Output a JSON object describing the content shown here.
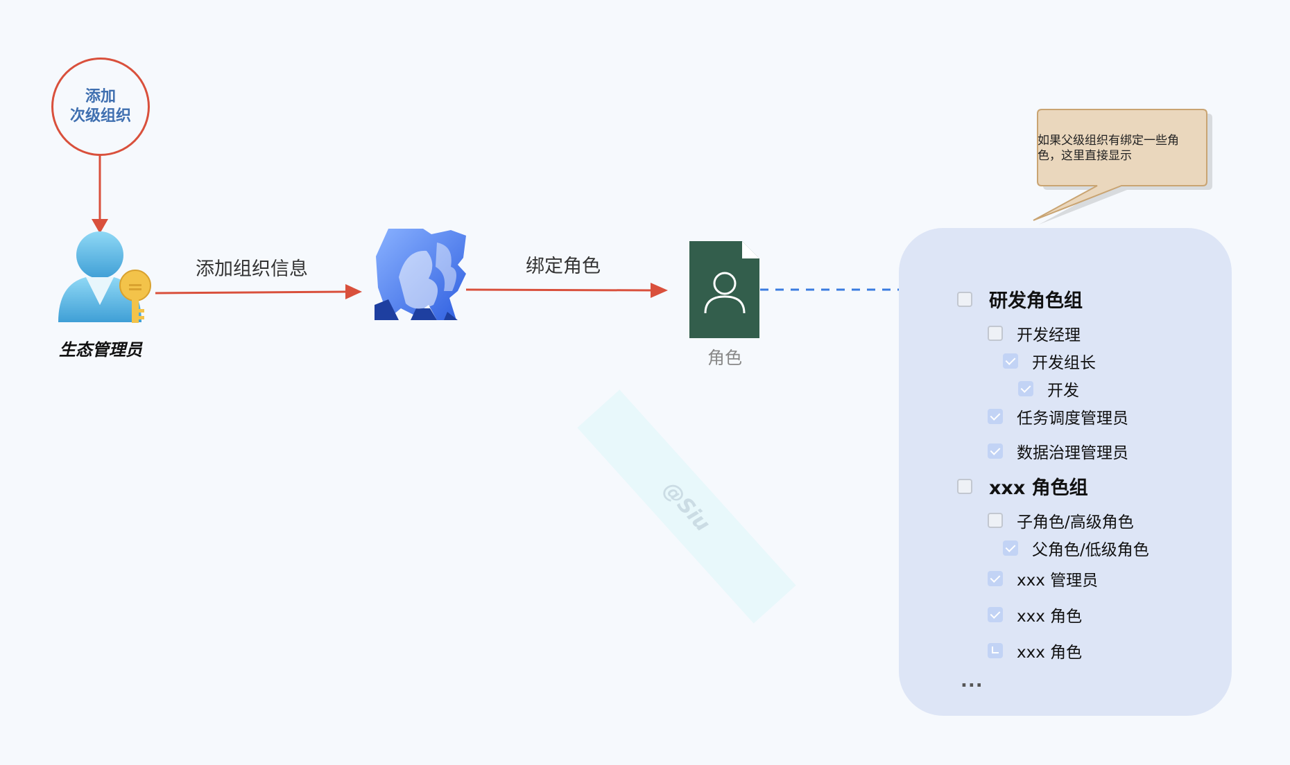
{
  "nodes": {
    "add_sub_org": {
      "line1": "添加",
      "line2": "次级组织"
    },
    "admin": {
      "label": "生态管理员"
    },
    "role": {
      "label": "角色"
    }
  },
  "edges": {
    "add_org_info": "添加组织信息",
    "bind_role": "绑定角色"
  },
  "callout": {
    "text": "如果父级组织有绑定一些角色，这里直接显示"
  },
  "watermark": {
    "text": "@Siu"
  },
  "role_panel": {
    "group1": {
      "title": "研发角色组",
      "items": [
        "开发经理",
        "开发组长",
        "开发",
        "任务调度管理员",
        "数据治理管理员"
      ]
    },
    "group2": {
      "title": "xxx 角色组",
      "items": [
        "子角色/高级角色",
        "父角色/低级角色",
        "xxx 管理员",
        "xxx 角色",
        "xxx 角色"
      ]
    },
    "ellipsis": "..."
  },
  "colors": {
    "arrow_red": "#d9503c",
    "dashed_blue": "#3a7be0",
    "role_doc": "#335e4c",
    "panel_bg": "#dde5f6",
    "callout_bg": "#ead7bd",
    "circle_text": "#3f6fb0"
  }
}
